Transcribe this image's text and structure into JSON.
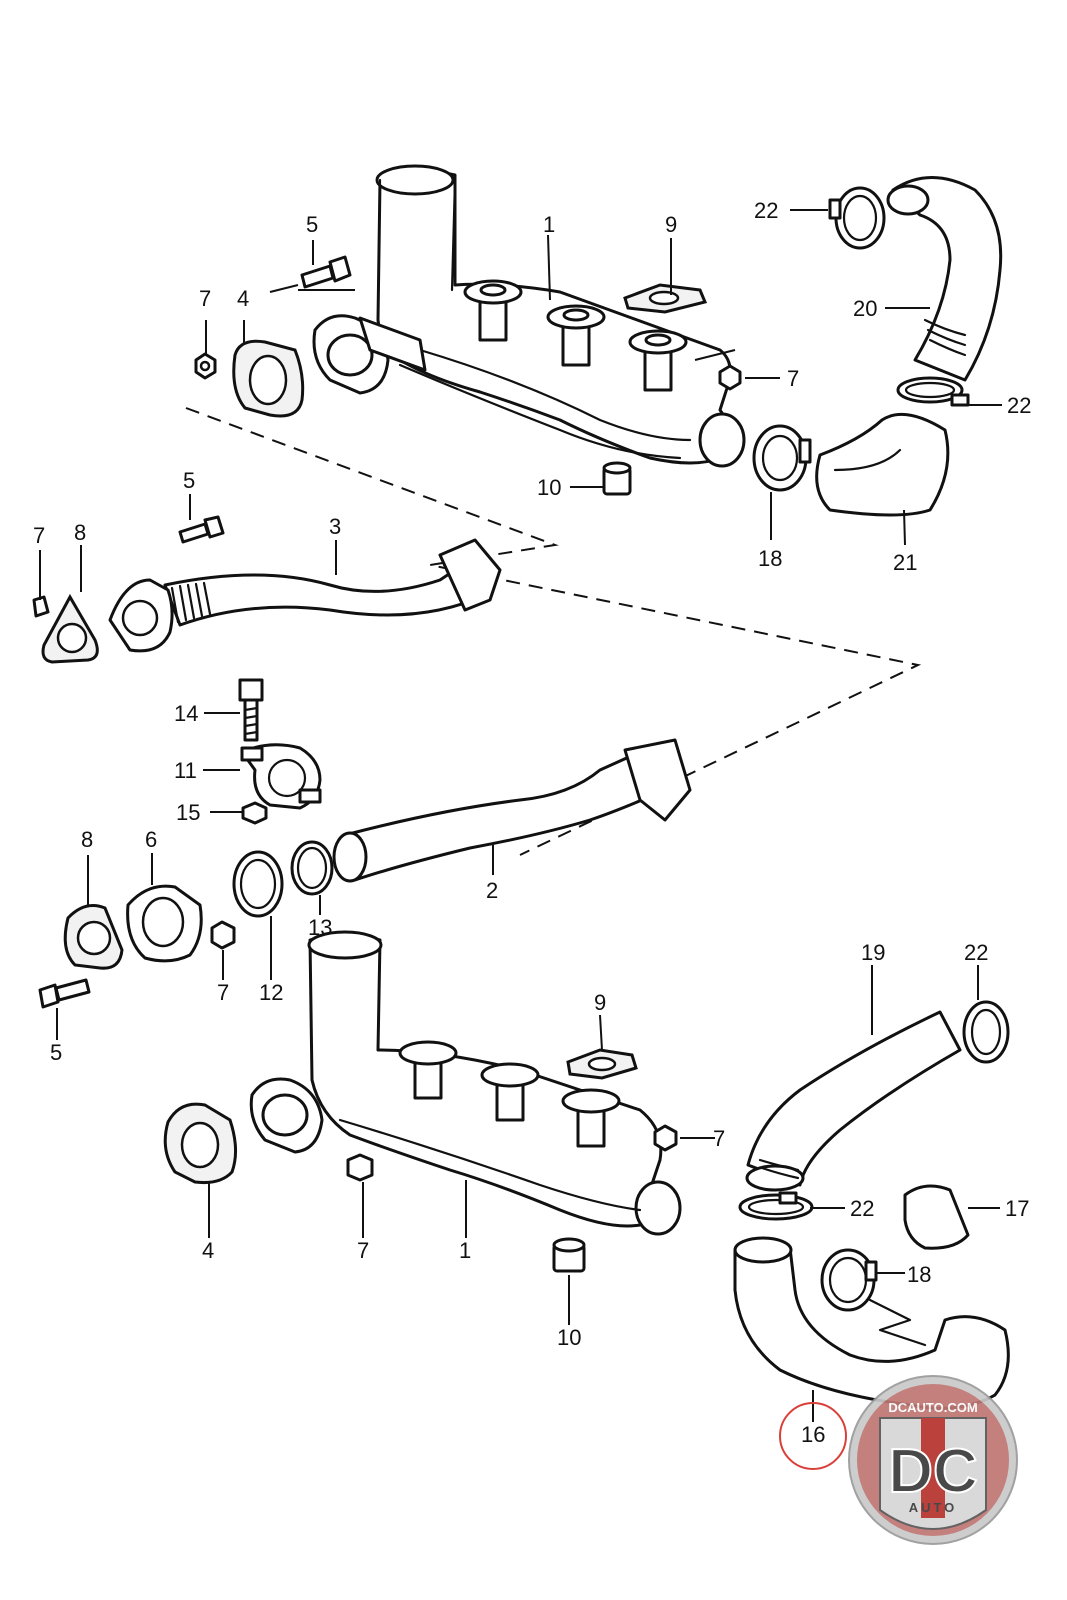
{
  "callouts": {
    "c22_top_left": "22",
    "c20": "20",
    "c22_top_right": "22",
    "c21": "21",
    "c18_top": "18",
    "c5_top": "5",
    "c1_top": "1",
    "c9_top": "9",
    "c7_top_left": "7",
    "c4_top": "4",
    "c7_top_right": "7",
    "c10_top": "10",
    "c5_mid": "5",
    "c3": "3",
    "c7_mid_left": "7",
    "c8_top": "8",
    "c14": "14",
    "c11": "11",
    "c15": "15",
    "c2": "2",
    "c8_bottom": "8",
    "c6": "6",
    "c13": "13",
    "c12": "12",
    "c7_bottom_left": "7",
    "c5_bottom": "5",
    "c9_bottom": "9",
    "c7_bottom_right": "7",
    "c19": "19",
    "c22_bottom_top": "22",
    "c22_bottom_mid": "22",
    "c17": "17",
    "c18_bottom": "18",
    "c4_bottom": "4",
    "c7_bottom_mid": "7",
    "c1_bottom": "1",
    "c10_bottom": "10",
    "c16": "16"
  },
  "watermark": {
    "site": "DCAUTO.COM",
    "logo": "DC",
    "sub": "AUTO"
  },
  "colors": {
    "highlight_circle": "#d9403a",
    "watermark_red": "#b5312c",
    "watermark_silver": "#c9c9c9"
  }
}
